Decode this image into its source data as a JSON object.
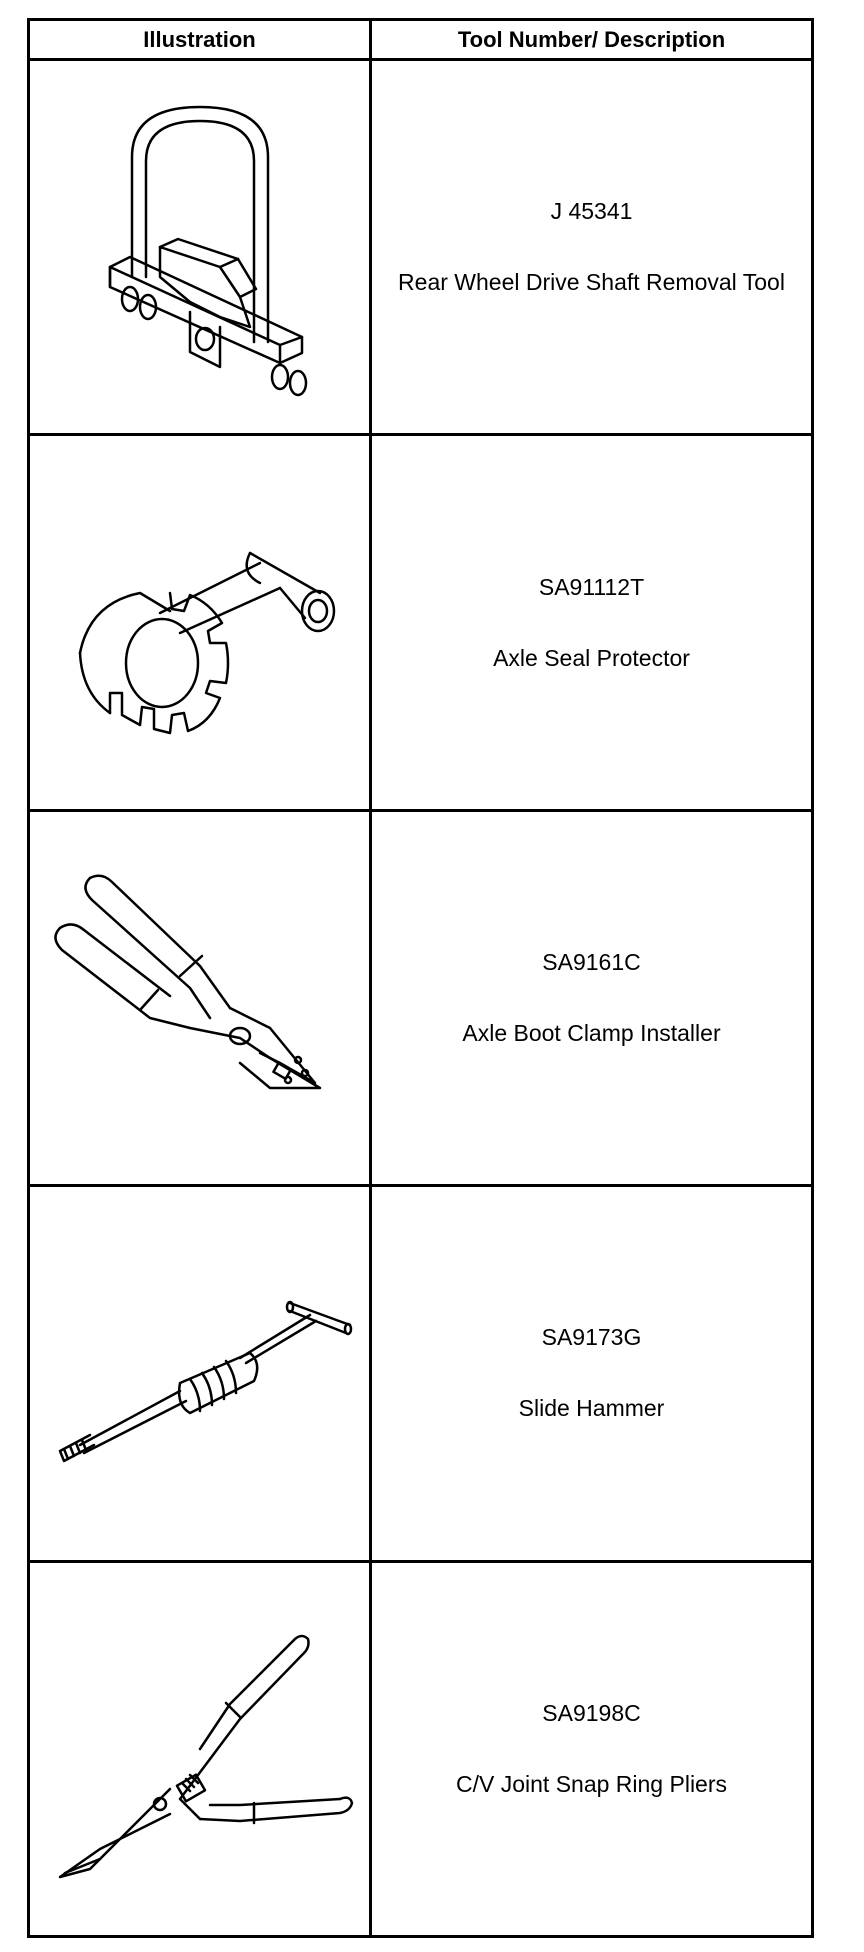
{
  "header": {
    "illustration": "Illustration",
    "description": "Tool Number/ Description"
  },
  "rows": [
    {
      "tool_number": "J 45341",
      "description": "Rear Wheel Drive Shaft Removal Tool",
      "icon": "drive-shaft-removal-tool-icon"
    },
    {
      "tool_number": "SA91112T",
      "description": "Axle Seal Protector",
      "icon": "axle-seal-protector-icon"
    },
    {
      "tool_number": "SA9161C",
      "description": "Axle Boot Clamp Installer",
      "icon": "boot-clamp-installer-icon"
    },
    {
      "tool_number": "SA9173G",
      "description": "Slide Hammer",
      "icon": "slide-hammer-icon"
    },
    {
      "tool_number": "SA9198C",
      "description": "C/V Joint Snap Ring Pliers",
      "icon": "snap-ring-pliers-icon"
    }
  ]
}
